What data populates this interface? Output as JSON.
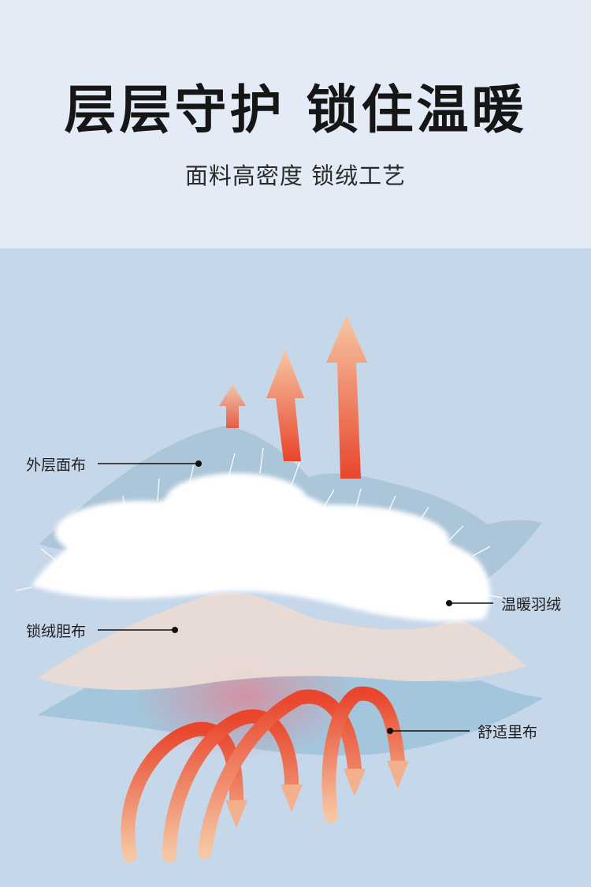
{
  "header": {
    "title": "层层守护 锁住温暖",
    "subtitle": "面料高密度 锁绒工艺"
  },
  "layers": {
    "outer": "外层面布",
    "down": "温暖羽绒",
    "inner_shell": "锁绒胆布",
    "lining": "舒适里布"
  },
  "colors": {
    "header_bg": "#e3ebf6",
    "illustration_bg": "#c6d7ea",
    "heat_red": "#e8452c",
    "heat_peach": "#f6c7a3"
  }
}
